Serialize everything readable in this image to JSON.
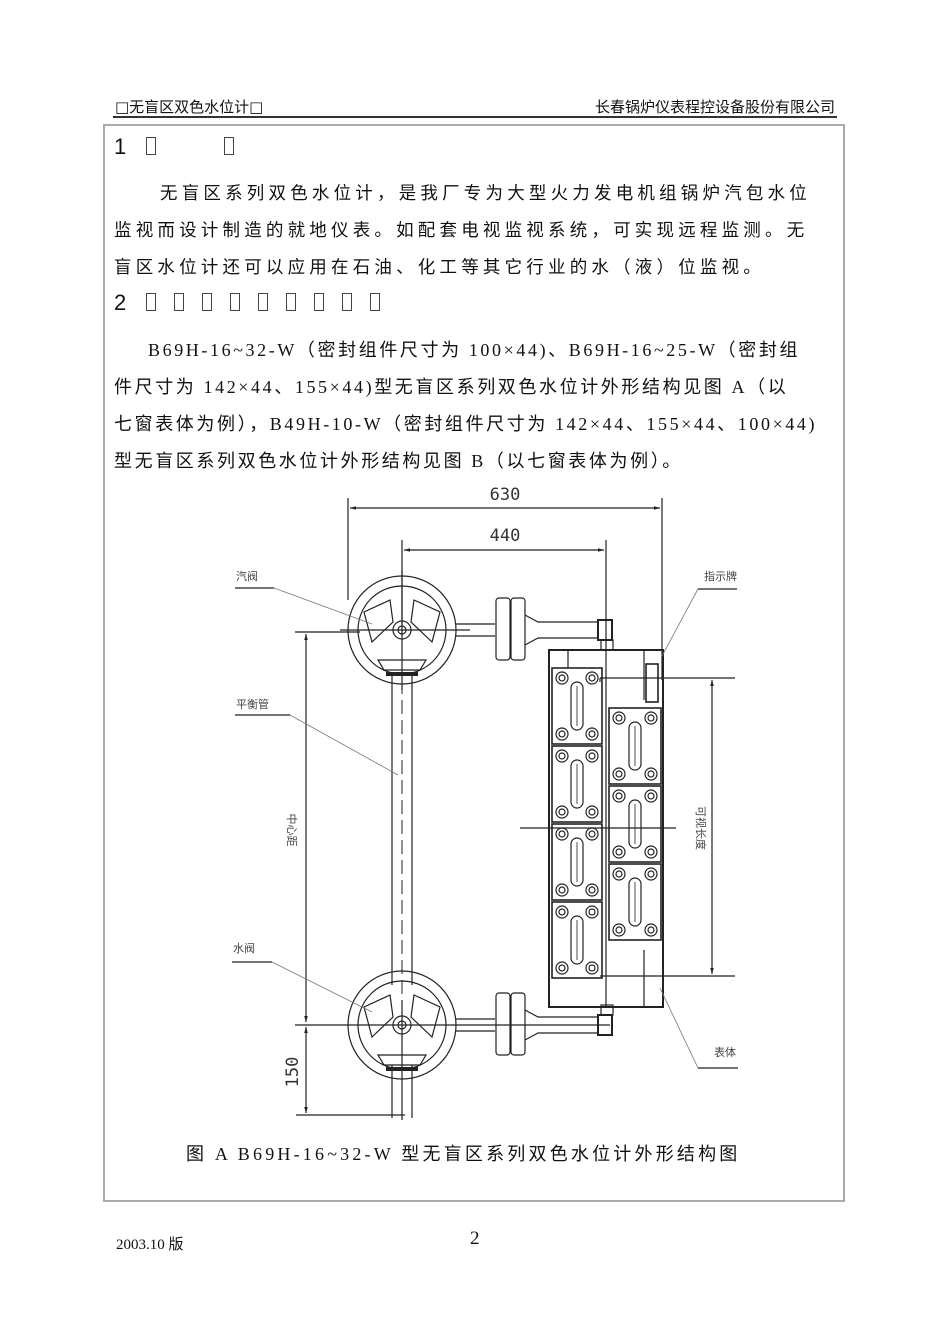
{
  "header": {
    "left": "□无盲区双色水位计□",
    "right": "长春锅炉仪表程控设备股份有限公司"
  },
  "section1": {
    "number": "1",
    "title_glyph_count": 2,
    "paragraph_lines": [
      "无盲区系列双色水位计，是我厂专为大型火力发电机组锅炉汽包水位",
      "监视而设计制造的就地仪表。如配套电视监视系统，可实现远程监测。无",
      "盲区水位计还可以应用在石油、化工等其它行业的水（液）位监视。"
    ]
  },
  "section2": {
    "number": "2",
    "title_glyph_count": 9,
    "paragraph_lines": [
      "B69H-16~32-W（密封组件尺寸为 100×44)、B69H-16~25-W（密封组",
      "件尺寸为 142×44、155×44)型无盲区系列双色水位计外形结构见图  A（以",
      "七窗表体为例），B49H-10-W（密封组件尺寸为 142×44、155×44、100×44)",
      "型无盲区系列双色水位计外形结构见图  B（以七窗表体为例）。"
    ]
  },
  "figure": {
    "dimensions": {
      "overall_width": "630",
      "center_width": "440",
      "bottom_offset": "150",
      "center_distance": "中心距",
      "visible_length": "可视长度"
    },
    "labels": {
      "steam_valve": "汽阀",
      "balance_pipe": "平衡管",
      "water_valve": "水阀",
      "indicator": "指示牌",
      "gauge_body": "表体"
    },
    "caption": "图  A  B69H-16~32-W 型无盲区系列双色水位计外形结构图"
  },
  "footer": {
    "edition": "2003.10 版",
    "page_number": "2"
  }
}
